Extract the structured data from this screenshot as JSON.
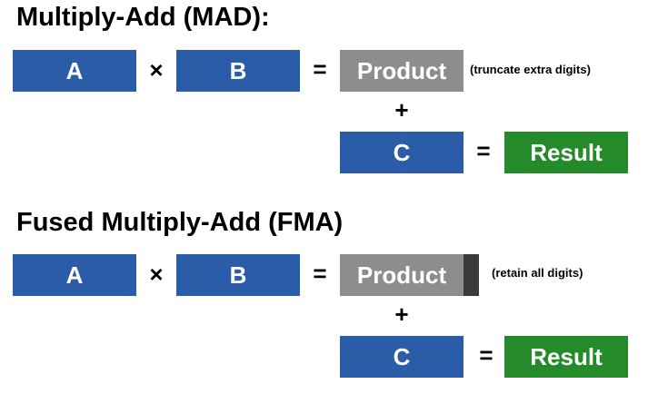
{
  "mad": {
    "title": "Multiply-Add (MAD):",
    "a": "A",
    "times": "×",
    "b": "B",
    "equals1": "=",
    "product": "Product",
    "note": "(truncate extra digits)",
    "plus": "+",
    "c": "C",
    "equals2": "=",
    "result": "Result"
  },
  "fma": {
    "title": "Fused Multiply-Add (FMA)",
    "a": "A",
    "times": "×",
    "b": "B",
    "equals1": "=",
    "product": "Product",
    "note": "(retain all digits)",
    "plus": "+",
    "c": "C",
    "equals2": "=",
    "result": "Result"
  },
  "colors": {
    "operand": "#2a5ca8",
    "product": "#8d8d8d",
    "extra_digits": "#3a3a3a",
    "result": "#248a2a"
  }
}
